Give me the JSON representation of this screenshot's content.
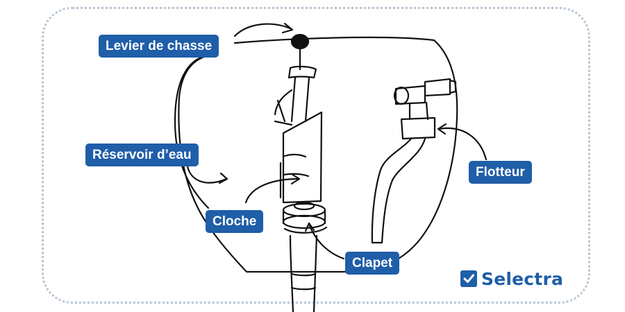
{
  "labels": {
    "levier": "Levier de chasse",
    "reservoir": "Réservoir d’eau",
    "flotteur": "Flotteur",
    "cloche": "Cloche",
    "clapet": "Clapet"
  },
  "brand": {
    "name": "Selectra",
    "logo_icon": "checkbox-check-icon",
    "color": "#1f5ea8"
  },
  "colors": {
    "label_bg": "#1f5ea8",
    "label_text": "#ffffff",
    "sketch": "#111111",
    "frame_border": "#b6c4d4"
  }
}
